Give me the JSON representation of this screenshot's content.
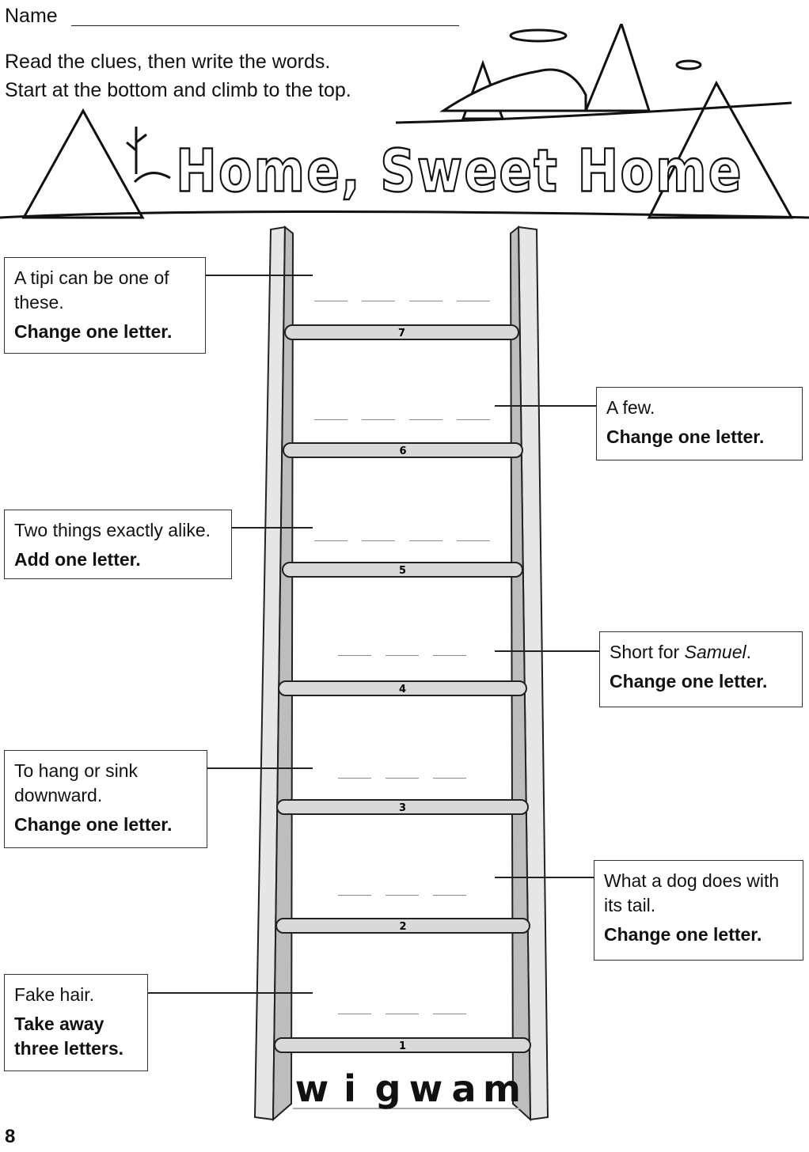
{
  "header": {
    "name_label": "Name",
    "instructions": [
      "Read the clues, then write the words.",
      "Start at the bottom and climb to the top."
    ],
    "title": "Home, Sweet Home"
  },
  "start_word": [
    "w",
    "i",
    "g",
    "w",
    "a",
    "m"
  ],
  "clues": [
    {
      "rung": "7",
      "text": "A tipi can be one of these.",
      "hint": "Change one letter.",
      "letters": 4
    },
    {
      "rung": "6",
      "text": "A few.",
      "hint": "Change one letter.",
      "letters": 4
    },
    {
      "rung": "5",
      "text": "Two things exactly alike.",
      "hint": "Add one letter.",
      "letters": 4
    },
    {
      "rung": "4",
      "text_before": "Short for ",
      "text_italic": "Samuel",
      "text_after": ".",
      "hint": "Change one letter.",
      "letters": 3
    },
    {
      "rung": "3",
      "text": "To hang or sink downward.",
      "hint": "Change one letter.",
      "letters": 3
    },
    {
      "rung": "2",
      "text": "What a dog does with its tail.",
      "hint": "Change one letter.",
      "letters": 3
    },
    {
      "rung": "1",
      "text": "Fake hair.",
      "hint": "Take away three letters.",
      "letters": 3
    }
  ],
  "page_number": "8"
}
